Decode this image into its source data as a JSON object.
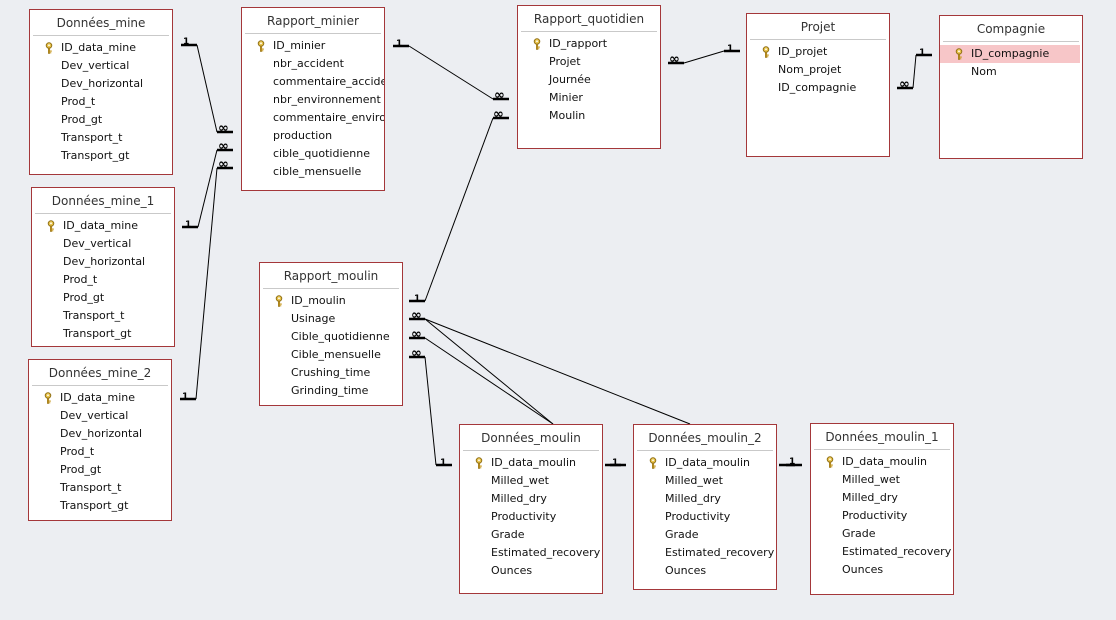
{
  "colors": {
    "border": "#a4373a",
    "selected": "#f7c6c8",
    "line": "#000000",
    "background": "#eceef2"
  },
  "tables": [
    {
      "name": "Données_mine",
      "fields": [
        "ID_data_mine",
        "Dev_vertical",
        "Dev_horizontal",
        "Prod_t",
        "Prod_gt",
        "Transport_t",
        "Transport_gt"
      ]
    },
    {
      "name": "Données_mine_1",
      "fields": [
        "ID_data_mine",
        "Dev_vertical",
        "Dev_horizontal",
        "Prod_t",
        "Prod_gt",
        "Transport_t",
        "Transport_gt"
      ]
    },
    {
      "name": "Données_mine_2",
      "fields": [
        "ID_data_mine",
        "Dev_vertical",
        "Dev_horizontal",
        "Prod_t",
        "Prod_gt",
        "Transport_t",
        "Transport_gt"
      ]
    },
    {
      "name": "Rapport_minier",
      "fields": [
        "ID_minier",
        "nbr_accident",
        "commentaire_accident",
        "nbr_environnement",
        "commentaire_environnement",
        "production",
        "cible_quotidienne",
        "cible_mensuelle"
      ]
    },
    {
      "name": "Rapport_quotidien",
      "fields": [
        "ID_rapport",
        "Projet",
        "Journée",
        "Minier",
        "Moulin"
      ]
    },
    {
      "name": "Projet",
      "fields": [
        "ID_projet",
        "Nom_projet",
        "ID_compagnie"
      ]
    },
    {
      "name": "Compagnie",
      "fields": [
        "ID_compagnie",
        "Nom"
      ],
      "selected": 0
    },
    {
      "name": "Rapport_moulin",
      "fields": [
        "ID_moulin",
        "Usinage",
        "Cible_quotidienne",
        "Cible_mensuelle",
        "Crushing_time",
        "Grinding_time"
      ]
    },
    {
      "name": "Données_moulin",
      "fields": [
        "ID_data_moulin",
        "Milled_wet",
        "Milled_dry",
        "Productivity",
        "Grade",
        "Estimated_recovery",
        "Ounces"
      ]
    },
    {
      "name": "Données_moulin_2",
      "fields": [
        "ID_data_moulin",
        "Milled_wet",
        "Milled_dry",
        "Productivity",
        "Grade",
        "Estimated_recovery",
        "Ounces"
      ]
    },
    {
      "name": "Données_moulin_1",
      "fields": [
        "ID_data_moulin",
        "Milled_wet",
        "Milled_dry",
        "Productivity",
        "Grade",
        "Estimated_recovery",
        "Ounces"
      ]
    }
  ],
  "cardinality": {
    "one": "1",
    "many": "∞"
  }
}
